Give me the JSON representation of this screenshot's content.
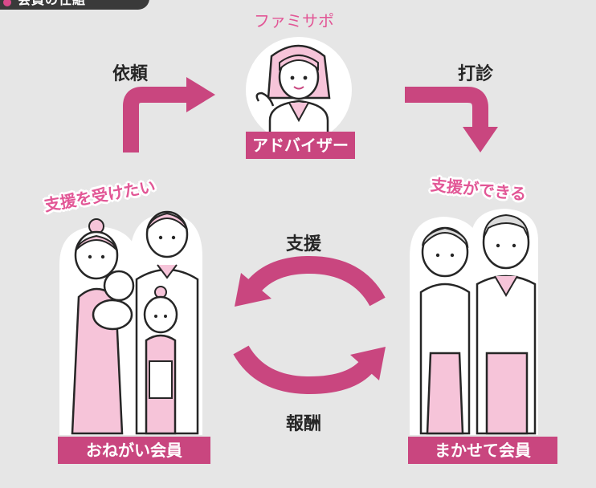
{
  "header": {
    "tab_label": "会員の仕組"
  },
  "advisor": {
    "title": "ファミサポ",
    "role": "アドバイザー"
  },
  "flows": {
    "request": "依頼",
    "consult": "打診",
    "support": "支援",
    "reward": "報酬"
  },
  "left_group": {
    "bubble": "支援を受けたい",
    "role": "おねがい会員"
  },
  "right_group": {
    "bubble": "支援ができる",
    "role": "まかせて会員"
  },
  "colors": {
    "background": "#e6e6e6",
    "accent_magenta": "#c9467f",
    "accent_pink": "#e25796",
    "light_pink": "#f6c4d9",
    "ink": "#262626"
  }
}
